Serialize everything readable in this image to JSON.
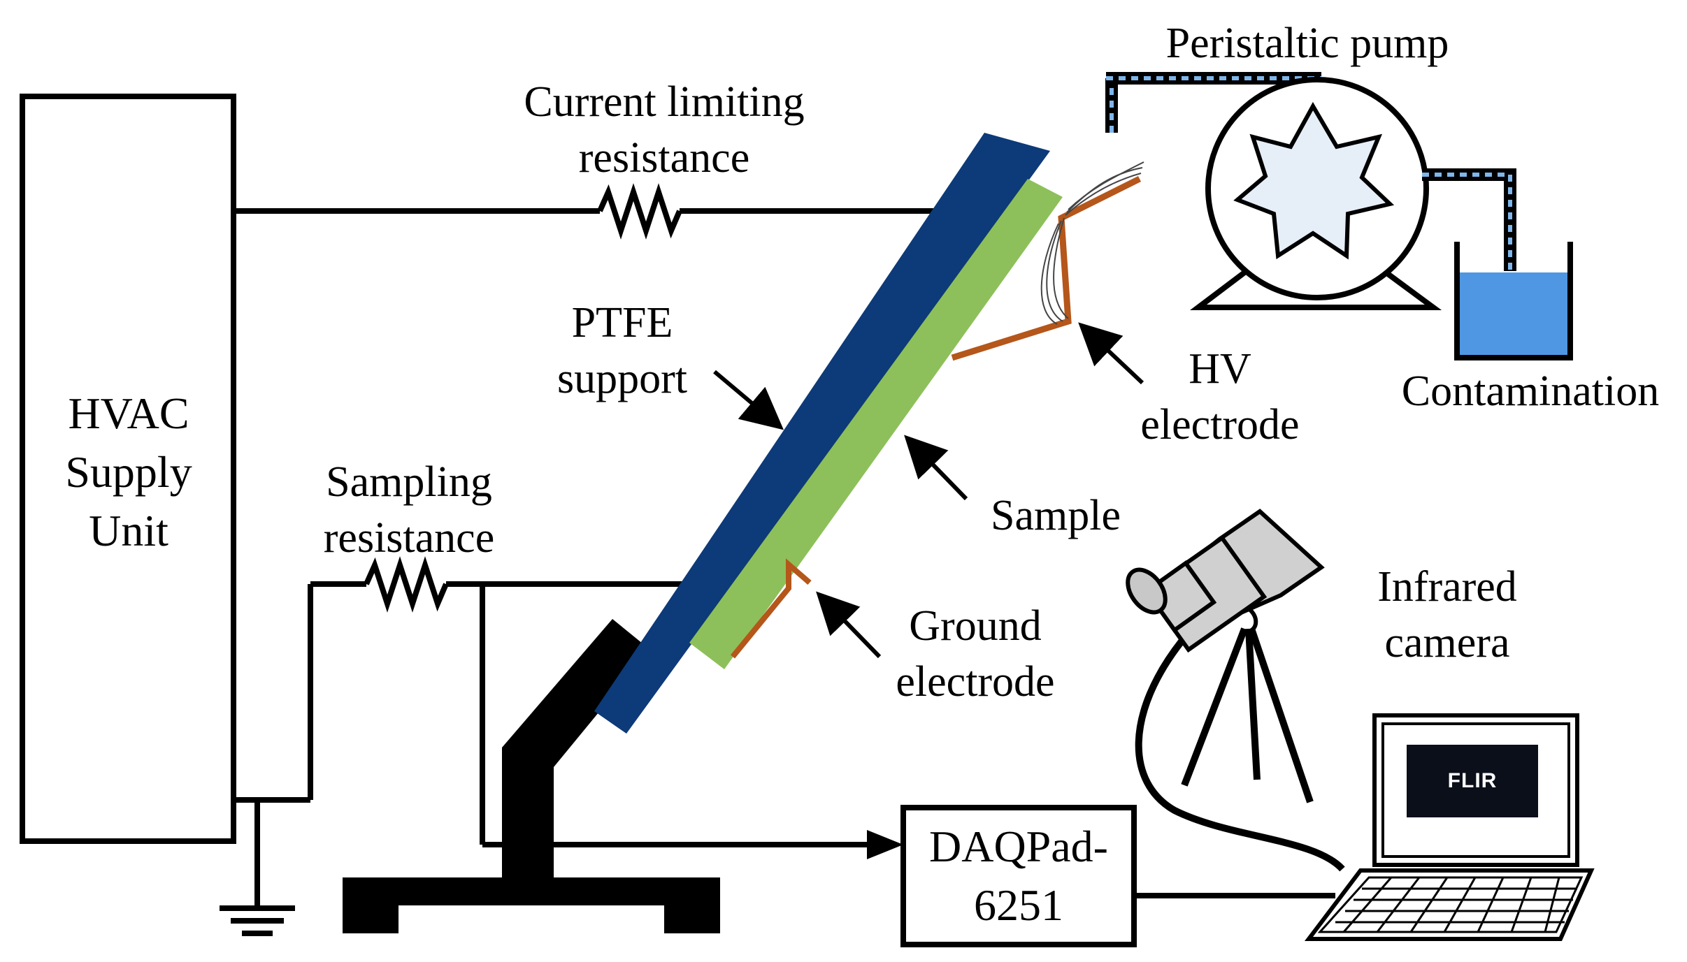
{
  "labels": {
    "hvac": [
      "HVAC",
      "Supply",
      "Unit"
    ],
    "current_limiting": [
      "Current limiting",
      "resistance"
    ],
    "peristaltic_pump": "Peristaltic pump",
    "ptfe": [
      "PTFE",
      "support"
    ],
    "hv_electrode": [
      "HV",
      "electrode"
    ],
    "contamination": "Contamination",
    "sampling": [
      "Sampling",
      "resistance"
    ],
    "sample": "Sample",
    "ground_electrode": [
      "Ground",
      "electrode"
    ],
    "infrared_camera": [
      "Infrared",
      "camera"
    ],
    "daq": [
      "DAQPad-",
      "6251"
    ],
    "flir": "FLIR"
  },
  "colors": {
    "ptfe_support": "#0d3a78",
    "sample": "#8dc05a",
    "electrode": "#b5561a",
    "contamination_liquid": "#4f97e2",
    "pump_star": "#e6eef8",
    "camera_body": "#d0d0d0",
    "screen_bg": "#0b0f1a"
  },
  "icons": [
    "resistor-icon",
    "ground-icon",
    "pump-icon",
    "camera-icon",
    "laptop-icon",
    "beaker-icon",
    "arrow-icon"
  ]
}
